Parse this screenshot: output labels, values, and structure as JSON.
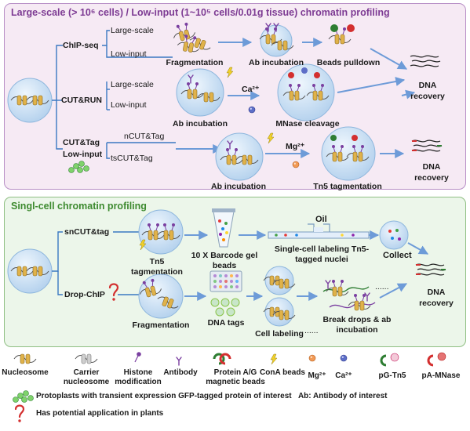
{
  "panel_top": {
    "title": "Large-scale (> 10⁶ cells) / Low-input (1~10⁵ cells/0.01g tissue) chromatin profiling",
    "methods": [
      {
        "name": "ChIP-seq",
        "options": [
          "Large-scale",
          "Low-input"
        ]
      },
      {
        "name": "CUT&RUN",
        "options": [
          "Large-scale",
          "Low-input"
        ]
      },
      {
        "name": "CUT&Tag",
        "name2": "Low-input",
        "options": [
          "nCUT&Tag",
          "tsCUT&Tag"
        ]
      }
    ],
    "steps": {
      "chip": [
        "Fragmentation",
        "Ab incubation",
        "Beads pulldown"
      ],
      "cutrun": [
        "Ab incubation",
        "MNase cleavage"
      ],
      "cuttag": [
        "Ab incubation",
        "Tn5 tagmentation"
      ]
    },
    "ions": {
      "ca": "Ca²⁺",
      "mg": "Mg²⁺"
    },
    "outputs": [
      "DNA recovery",
      "DNA recovery"
    ]
  },
  "panel_bottom": {
    "title": "Singl-cell chromatin profiling",
    "methods": [
      "snCUT&tag",
      "Drop-ChIP"
    ],
    "sn_steps": [
      "Tn5 tagmentation",
      "10 X Barcode gel beads",
      "Single-cell labeling Tn5-tagged nuclei",
      "Collect"
    ],
    "oil": "Oil",
    "drop_steps": [
      "Fragmentation",
      "DNA tags",
      "Cell labeling",
      "Break drops & ab incubation"
    ],
    "ellipsis": "......",
    "output": "DNA recovery"
  },
  "legend": {
    "items": [
      "Nucleosome",
      "Carrier nucleosome",
      "Histone modification",
      "Antibody",
      "Protein A/G magnetic beads",
      "ConA beads",
      "Mg²⁺",
      "Ca²⁺",
      "pG-Tn5",
      "pA-MNase"
    ],
    "protoplast_note": "Protoplasts with transient expression GFP-tagged protein of interest",
    "ab_note": "Ab: Antibody of interest",
    "potential_note": "Has potential application in plants"
  },
  "colors": {
    "top_border": "#b88fc6",
    "top_bg": "#f6eaf4",
    "top_title": "#7d3b93",
    "bottom_border": "#8fbf83",
    "bottom_bg": "#ecf6ea",
    "bottom_title": "#3d8a2f",
    "line": "#3a78c2",
    "arrow": "#6d9bd8",
    "nucleosome": "#e0b24a",
    "cell": "#cfe3f5",
    "mark_red": "#d32f2f"
  }
}
